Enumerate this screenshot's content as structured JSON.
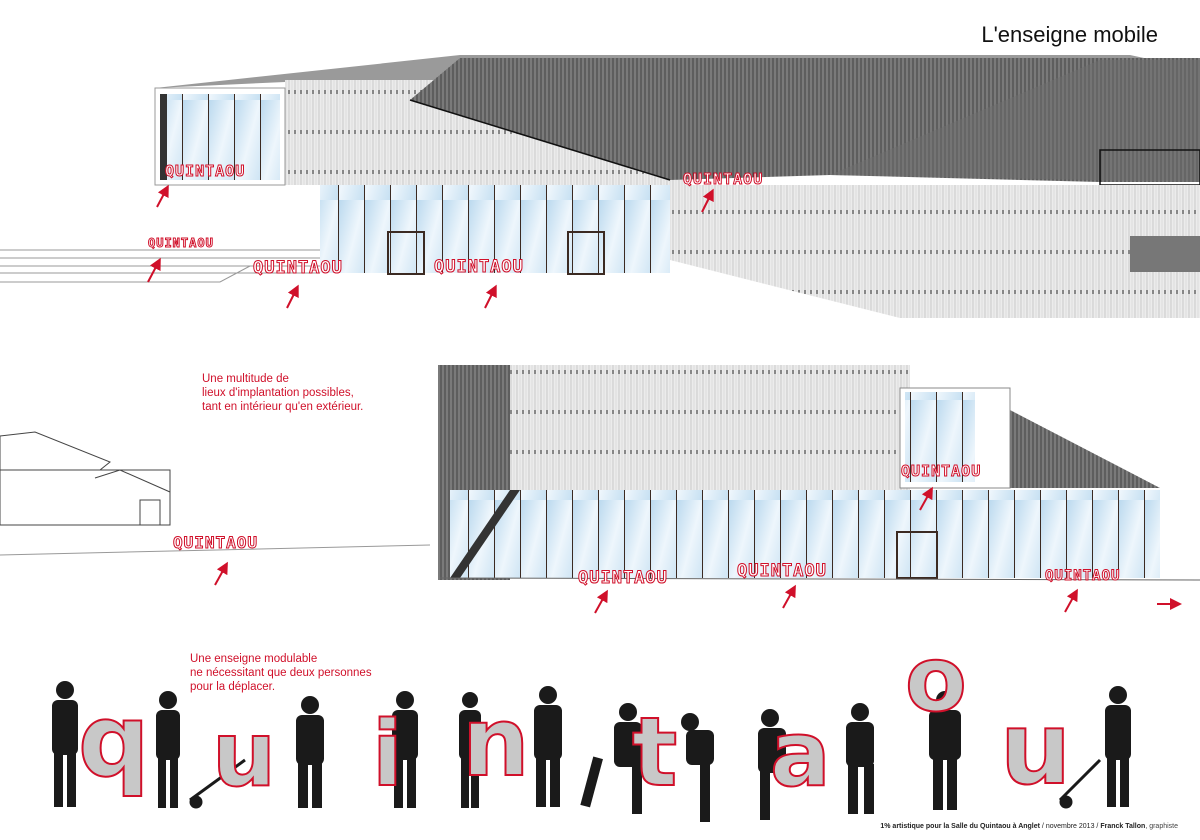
{
  "title": "L'enseigne mobile",
  "sign_text": "QUINTAOU",
  "captions": {
    "locations": [
      "Une multitude de",
      "lieux d'implantation possibles,",
      "tant en intérieur qu'en extérieur."
    ],
    "modular": [
      "Une enseigne modulable",
      "ne nécessitant que deux personnes",
      "pour la déplacer."
    ]
  },
  "credit": {
    "project": "1% artistique pour la Salle du Quintaou à Anglet",
    "date": " / novembre 2013 / ",
    "author": "Franck Tallon",
    "role": ", graphiste"
  },
  "letters": [
    "q",
    "u",
    "i",
    "n",
    "t",
    "a",
    "o",
    "u"
  ],
  "colors": {
    "accent": "#d0102a",
    "glass": "#cfe6f5",
    "dark": "#3a3a3a"
  }
}
